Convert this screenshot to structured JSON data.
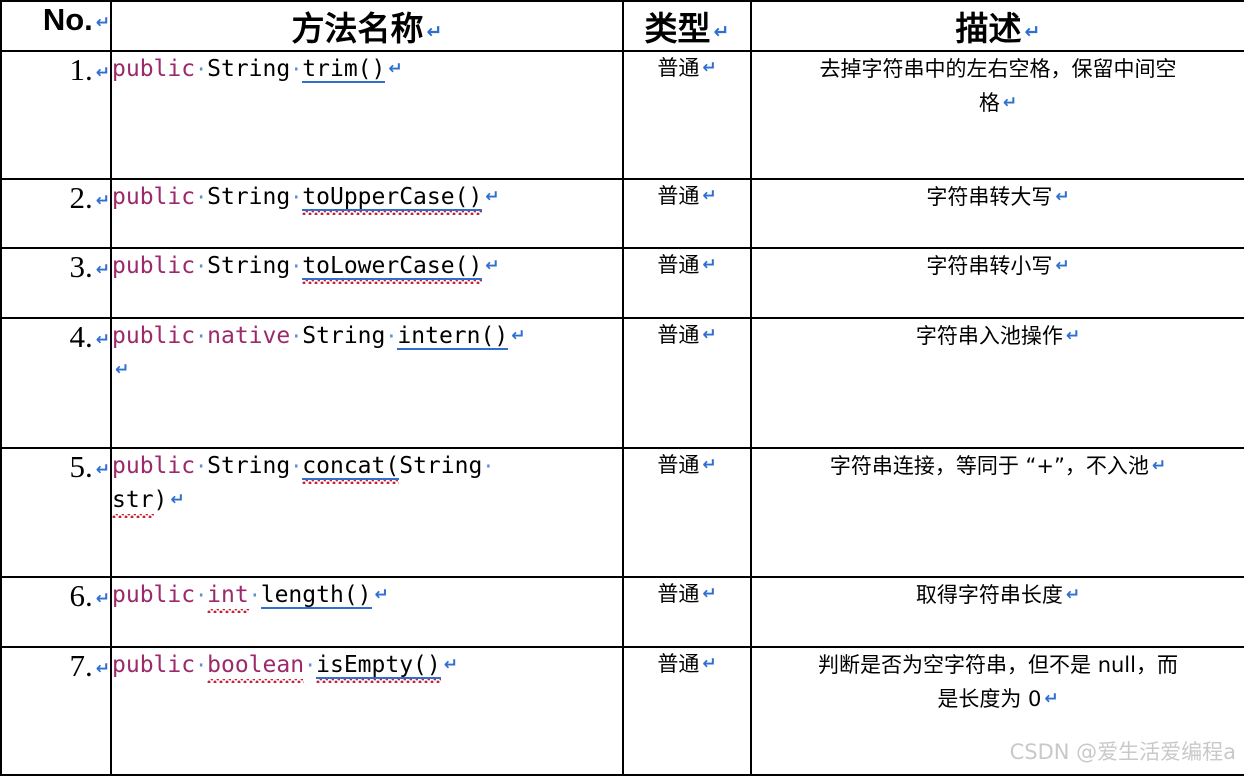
{
  "document": {
    "type": "word-table",
    "paragraph_mark": "↵",
    "colors": {
      "keyword": "#9c2a6b",
      "identifier": "#000000",
      "hyperlink_underline": "#2f6fd0",
      "spellcheck_squiggle": "#c62338",
      "paragraph_mark": "#2f6fd0",
      "border": "#000000",
      "watermark": "#c9c9c9",
      "background": "#ffffff"
    }
  },
  "table": {
    "headers": [
      {
        "label": "No.",
        "mark": "↵"
      },
      {
        "label": "方法名称",
        "mark": "↵"
      },
      {
        "label": "类型",
        "mark": "↵"
      },
      {
        "label": "描述",
        "mark": "↵"
      }
    ],
    "rows": [
      {
        "no": "1.",
        "no_mark": "↵",
        "code_lines": [
          [
            {
              "t": "public",
              "s": "kw"
            },
            {
              "t": "·",
              "s": "dot"
            },
            {
              "t": "String",
              "s": "id"
            },
            {
              "t": "·",
              "s": "dot"
            },
            {
              "t": "trim()",
              "s": "link"
            },
            {
              "t": "↵",
              "s": "mark"
            }
          ]
        ],
        "type": "普通",
        "type_mark": "↵",
        "desc_lines": [
          "去掉字符串中的左右空格，保留中间空",
          "格"
        ],
        "desc_mark": "↵"
      },
      {
        "no": "2.",
        "no_mark": "↵",
        "code_lines": [
          [
            {
              "t": "public",
              "s": "kw"
            },
            {
              "t": "·",
              "s": "dot"
            },
            {
              "t": "String",
              "s": "id"
            },
            {
              "t": "·",
              "s": "dot"
            },
            {
              "t": "toUpperCase()",
              "s": "link-sq"
            },
            {
              "t": "↵",
              "s": "mark"
            }
          ]
        ],
        "type": "普通",
        "type_mark": "↵",
        "desc_lines": [
          "字符串转大写"
        ],
        "desc_mark": "↵"
      },
      {
        "no": "3.",
        "no_mark": "↵",
        "code_lines": [
          [
            {
              "t": "public",
              "s": "kw"
            },
            {
              "t": "·",
              "s": "dot"
            },
            {
              "t": "String",
              "s": "id"
            },
            {
              "t": "·",
              "s": "dot"
            },
            {
              "t": "toLowerCase()",
              "s": "link-sq"
            },
            {
              "t": "↵",
              "s": "mark"
            }
          ]
        ],
        "type": "普通",
        "type_mark": "↵",
        "desc_lines": [
          "字符串转小写"
        ],
        "desc_mark": "↵"
      },
      {
        "no": "4.",
        "no_mark": "↵",
        "code_lines": [
          [
            {
              "t": "public",
              "s": "kw"
            },
            {
              "t": "·",
              "s": "dot"
            },
            {
              "t": "native",
              "s": "kw"
            },
            {
              "t": "·",
              "s": "dot"
            },
            {
              "t": "String",
              "s": "id"
            },
            {
              "t": "·",
              "s": "dot"
            },
            {
              "t": "intern()",
              "s": "link"
            },
            {
              "t": "↵",
              "s": "mark"
            }
          ],
          [
            {
              "t": "↵",
              "s": "mark"
            }
          ]
        ],
        "type": "普通",
        "type_mark": "↵",
        "desc_lines": [
          "字符串入池操作"
        ],
        "desc_mark": "↵"
      },
      {
        "no": "5.",
        "no_mark": "↵",
        "code_lines": [
          [
            {
              "t": "public",
              "s": "kw"
            },
            {
              "t": "·",
              "s": "dot"
            },
            {
              "t": "String",
              "s": "id"
            },
            {
              "t": "·",
              "s": "dot"
            },
            {
              "t": "concat(",
              "s": "link-sq"
            },
            {
              "t": "String",
              "s": "id"
            },
            {
              "t": "·",
              "s": "dot"
            }
          ],
          [
            {
              "t": "str",
              "s": "sq"
            },
            {
              "t": ")",
              "s": "id"
            },
            {
              "t": "↵",
              "s": "mark"
            }
          ]
        ],
        "type": "普通",
        "type_mark": "↵",
        "desc_lines": [
          "字符串连接，等同于 “+”，不入池"
        ],
        "desc_mark": "↵"
      },
      {
        "no": "6.",
        "no_mark": "↵",
        "code_lines": [
          [
            {
              "t": "public",
              "s": "kw"
            },
            {
              "t": "·",
              "s": "dot"
            },
            {
              "t": "int",
              "s": "kw-sq"
            },
            {
              "t": "·",
              "s": "dot"
            },
            {
              "t": "length()",
              "s": "link"
            },
            {
              "t": "↵",
              "s": "mark"
            }
          ]
        ],
        "type": "普通",
        "type_mark": "↵",
        "desc_lines": [
          "取得字符串长度"
        ],
        "desc_mark": "↵"
      },
      {
        "no": "7.",
        "no_mark": "↵",
        "code_lines": [
          [
            {
              "t": "public",
              "s": "kw"
            },
            {
              "t": "·",
              "s": "dot"
            },
            {
              "t": "boolean",
              "s": "kw-sq"
            },
            {
              "t": "·",
              "s": "dot"
            },
            {
              "t": "isEmpty()",
              "s": "link-sq"
            },
            {
              "t": "↵",
              "s": "mark"
            }
          ]
        ],
        "type": "普通",
        "type_mark": "↵",
        "desc_lines": [
          "判断是否为空字符串，但不是 null，而",
          "是长度为 0"
        ],
        "desc_mark": "↵"
      }
    ]
  },
  "watermark": {
    "text": "CSDN @爱生活爱编程a"
  }
}
